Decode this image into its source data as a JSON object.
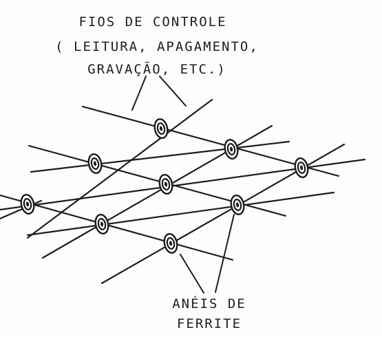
{
  "labels": {
    "control_wires": {
      "line1": "FIOS DE CONTROLE",
      "line2": "( LEITURA, APAGAMENTO,",
      "line3": "GRAVAÇÃO, ETC.)"
    },
    "ferrite_rings": {
      "line1": "ANÉIS DE",
      "line2": "FERRITE"
    }
  },
  "colors": {
    "ink": "#1c1c1c",
    "paper": "#fdfdfc"
  },
  "icons": {
    "core": "ferrite-ring-icon"
  }
}
